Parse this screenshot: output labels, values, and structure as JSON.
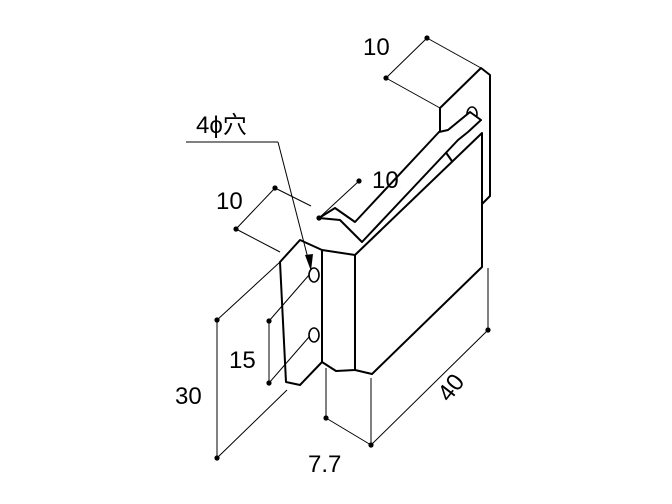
{
  "dimensions": {
    "top_flange_width": "10",
    "middle_flange_width": "10",
    "left_flange_width": "10",
    "hole_spacing": "15",
    "height": "30",
    "thickness_offset": "7.7",
    "length": "40"
  },
  "hole_callout": "4ϕ穴"
}
